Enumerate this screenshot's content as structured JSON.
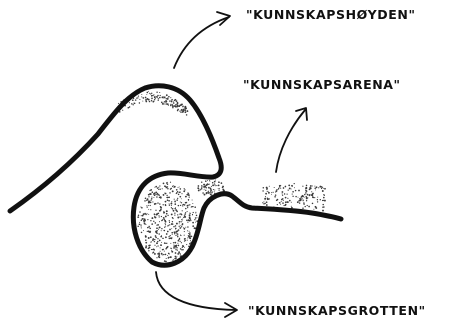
{
  "labels": {
    "top": "\"KUNNSKAPSHØYDEN\"",
    "middle": "\"KUNNSKAPSARENA\"",
    "bottom": "\"KUNNSKAPSGROTTEN\""
  },
  "colors": {
    "ink": "#111111",
    "stipple": "#3a3a3a",
    "background": "#ffffff"
  }
}
